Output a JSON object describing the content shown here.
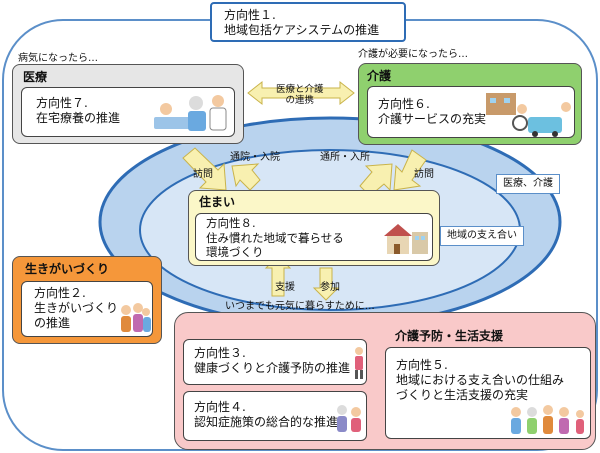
{
  "title": {
    "line1": "方向性１.",
    "line2": "地域包括ケアシステムの推進"
  },
  "notes": {
    "sick": "病気になったら…",
    "care_needed": "介護が必要になったら…",
    "lifelong": "いつまでも元気に暮らすために…"
  },
  "medical": {
    "header": "医療",
    "item": "方向性７.\n在宅療養の推進"
  },
  "care": {
    "header": "介護",
    "item": "方向性６.\n介護サービスの充実"
  },
  "housing": {
    "header": "住まい",
    "item": "方向性８.\n住み慣れた地域で暮らせる\n環境づくり"
  },
  "purpose": {
    "header": "生きがいづくり",
    "item": "方向性２.\n生きがいづくり\nの推進"
  },
  "prevention": {
    "header": "介護予防・生活支援",
    "item3": "方向性３.\n健康づくりと介護予防の推進",
    "item4": "方向性４.\n認知症施策の総合的な推進",
    "item5": "方向性５.\n地域における支え合いの仕組み\nづくりと生活支援の充実"
  },
  "arrows": {
    "med_care_link": "医療と介護\nの連携",
    "visit_left": "訪問",
    "hospital": "通院・入院",
    "daycare": "通所・入所",
    "visit_right": "訪問",
    "support": "支援",
    "participation": "参加"
  },
  "ring_labels": {
    "outer": "医療、介護",
    "inner": "地域の支え合い"
  },
  "colors": {
    "medical_header": "#e6e6e6",
    "care_header": "#8fd06e",
    "housing_header": "#fbf7c8",
    "purpose_header": "#f5973a",
    "prevention_bg": "#f9c9c9",
    "outer_ring": "#b9d3ee",
    "inner_ring": "#d7e6f6",
    "arrow_fill": "#f8f0b0"
  }
}
